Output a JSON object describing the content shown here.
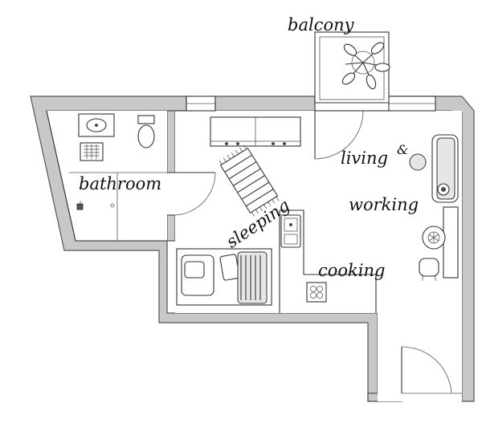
{
  "labels": {
    "balcony": "balcony",
    "bathroom": "bathroom",
    "sleeping": "sleeping",
    "living": "living",
    "ampersand": "&",
    "working": "working",
    "cooking": "cooking"
  },
  "colors": {
    "wall": "#c8c8c8",
    "outline": "#333333",
    "floor": "#ffffff"
  }
}
